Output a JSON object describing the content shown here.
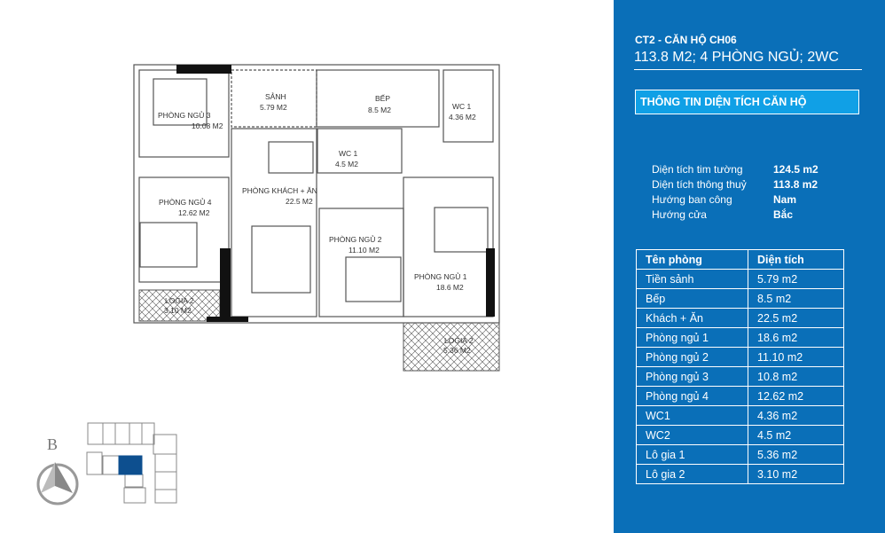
{
  "panel": {
    "code": "CT2 - CĂN HỘ CH06",
    "summary": "113.8 M2; 4 PHÒNG NGỦ; 2WC",
    "section_title": "THÔNG TIN DIỆN TÍCH CĂN HỘ",
    "info": [
      {
        "k": "Diện tích tim tường",
        "v": "124.5 m2"
      },
      {
        "k": "Diện tích thông thuỷ",
        "v": "113.8 m2"
      },
      {
        "k": "Hướng ban công",
        "v": "Nam"
      },
      {
        "k": "Hướng cửa",
        "v": "Bắc"
      }
    ],
    "table": {
      "headers": [
        "Tên phòng",
        "Diện tích"
      ],
      "rows": [
        [
          "Tiền sảnh",
          "5.79 m2"
        ],
        [
          "Bếp",
          "8.5 m2"
        ],
        [
          "Khách + Ăn",
          "22.5 m2"
        ],
        [
          "Phòng ngủ 1",
          "18.6 m2"
        ],
        [
          "Phòng ngủ 2",
          "11.10 m2"
        ],
        [
          "Phòng ngủ 3",
          "10.8 m2"
        ],
        [
          "Phòng ngủ 4",
          "12.62 m2"
        ],
        [
          "WC1",
          "4.36 m2"
        ],
        [
          "WC2",
          "4.5 m2"
        ],
        [
          "Lô gia 1",
          "5.36 m2"
        ],
        [
          "Lô gia 2",
          "3.10 m2"
        ]
      ]
    }
  },
  "plan": {
    "rooms": [
      {
        "name": "PHÒNG NGỦ 3",
        "area": "10.08 M2"
      },
      {
        "name": "SẢNH",
        "area": "5.79 M2"
      },
      {
        "name": "BẾP",
        "area": "8.5 M2"
      },
      {
        "name": "WC 1",
        "area": "4.36 M2"
      },
      {
        "name": "WC 1",
        "area": "4.5 M2"
      },
      {
        "name": "PHÒNG NGỦ 4",
        "area": "12.62 M2"
      },
      {
        "name": "PHÒNG KHÁCH + ĂN",
        "area": "22.5 M2"
      },
      {
        "name": "PHÒNG NGỦ 2",
        "area": "11.10 M2"
      },
      {
        "name": "PHÒNG NGỦ 1",
        "area": "18.6 M2"
      },
      {
        "name": "LOGIA 2",
        "area": "3.10 M2"
      },
      {
        "name": "LOGIA 2",
        "area": "5.36 M2"
      }
    ]
  },
  "compass": {
    "label": "B"
  },
  "colors": {
    "panel": "#0a6fb8",
    "section": "#10a0e6",
    "highlight": "#0d4f8f"
  }
}
